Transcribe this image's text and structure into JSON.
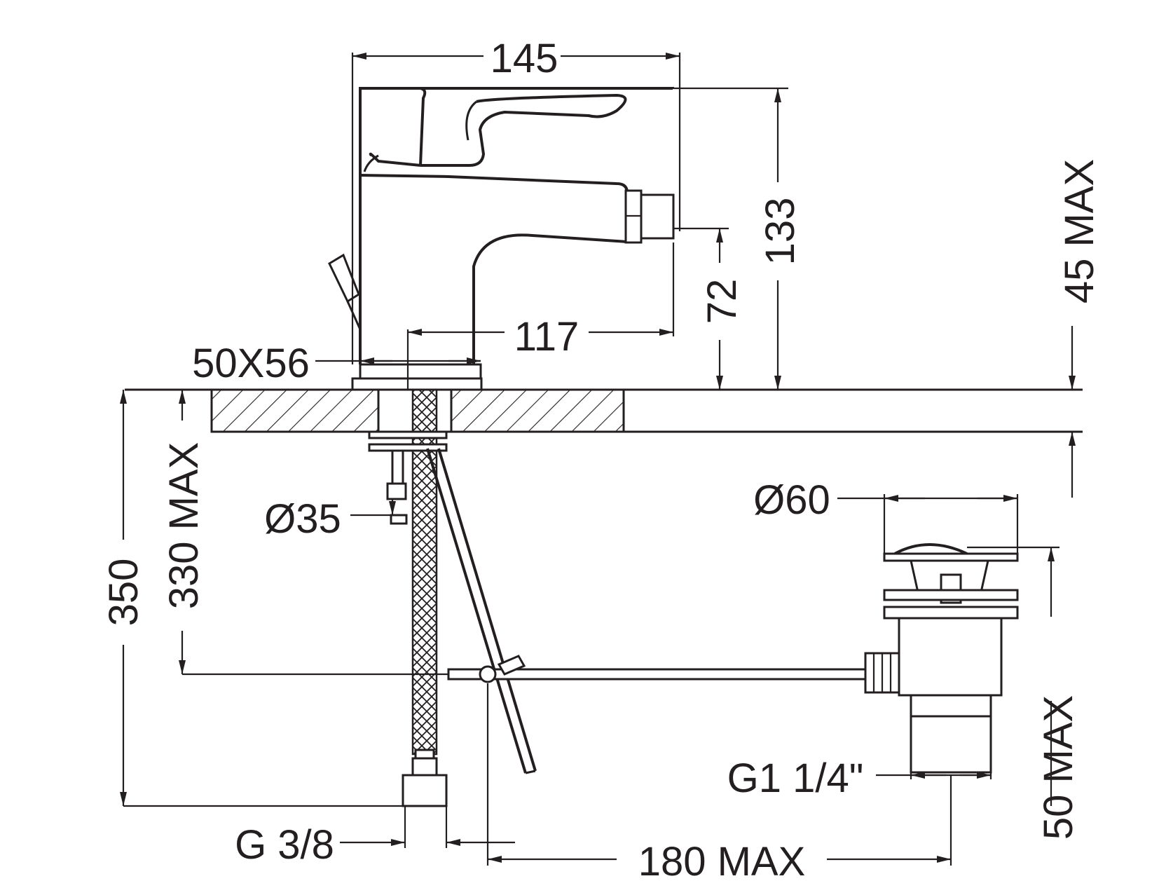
{
  "colors": {
    "line": "#231f20",
    "background": "#ffffff"
  },
  "dimensions": {
    "width_top": "145",
    "height_total": "133",
    "height_max": "45 MAX",
    "spout_height": "72",
    "spout_reach": "117",
    "base_size": "50X56",
    "hole_diameter": "Ø35",
    "drain_diameter": "Ø60",
    "inlet_thread": "G 3/8",
    "drain_thread": "G1 1/4\"",
    "rod_reach": "180 MAX",
    "hose_length": "350",
    "rod_depth": "330 MAX",
    "drain_depth": "50 MAX"
  }
}
